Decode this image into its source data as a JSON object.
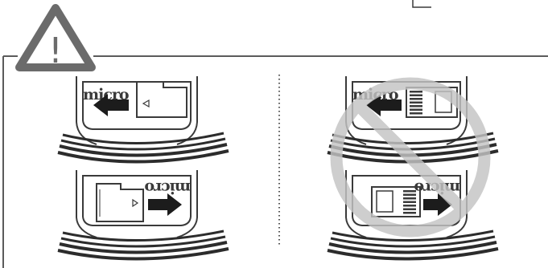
{
  "colors": {
    "stroke": "#3a3a3a",
    "frame_gray": "#5b5b5b",
    "warning_fill": "#6b6b6b",
    "prohibit": "#c4c4c4",
    "arrow": "#1c1c1c",
    "paper": "#ffffff"
  },
  "warning": {
    "icon": "warning-triangle-icon",
    "glyph": "!"
  },
  "logo_text": "micro",
  "panels": [
    {
      "id": "correct-remove",
      "column": "left",
      "row": "top",
      "card": "microsd-back",
      "arrow": "arrow-left-icon",
      "prohibited": false
    },
    {
      "id": "correct-insert",
      "column": "left",
      "row": "bottom",
      "card": "microsd-back",
      "arrow": "arrow-right-icon",
      "prohibited": false
    },
    {
      "id": "wrong-remove",
      "column": "right",
      "row": "top",
      "card": "microsd-contacts",
      "arrow": "arrow-left-icon",
      "prohibited": true
    },
    {
      "id": "wrong-insert",
      "column": "right",
      "row": "bottom",
      "card": "microsd-contacts",
      "arrow": "arrow-right-icon",
      "prohibited": true
    }
  ],
  "divider": "dotted-separator"
}
